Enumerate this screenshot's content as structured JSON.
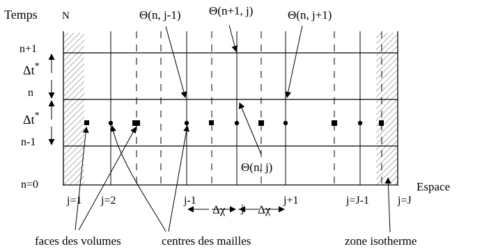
{
  "axes": {
    "time_label": "Temps",
    "space_label": "Espace",
    "boundary_label": "N"
  },
  "time_levels": [
    "n+1",
    "n",
    "n-1",
    "n=0"
  ],
  "time_steps": [
    {
      "label": "Δt",
      "sup": "*"
    },
    {
      "label": "Δt",
      "sup": "*"
    }
  ],
  "space_indices": [
    "j=1",
    "j=2",
    "j-1",
    "j",
    "j+1",
    "j=J-1",
    "j=J"
  ],
  "space_steps": [
    "Δχ",
    "Δχ"
  ],
  "theta_labels": [
    "Θ(n, j-1)",
    "Θ(n+1, j)",
    "Θ(n, j+1)",
    "Θ(n, j)"
  ],
  "annotations": {
    "faces": "faces des volumes",
    "centres": "centres des mailles",
    "isotherm": "zone isotherme"
  }
}
